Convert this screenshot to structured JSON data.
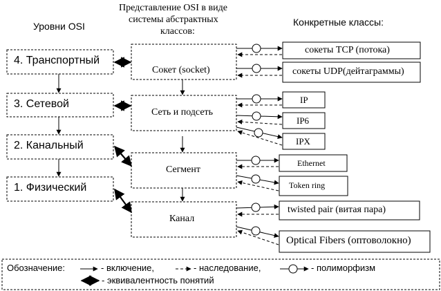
{
  "headers": {
    "osi_levels": "Уровни OSI",
    "abstract": [
      "Представление OSI в виде",
      "системы абстрактных",
      "классов:"
    ],
    "concrete": "Конкретные классы:"
  },
  "levels": [
    "4. Транспортный",
    "3. Сетевой",
    "2. Канальный",
    "1. Физический"
  ],
  "abstract_classes": [
    "Сокет (socket)",
    "Сеть и подсеть",
    "Сегмент",
    "Канал"
  ],
  "concrete_classes": [
    "сокеты TCP (потока)",
    "сокеты UDP(дейтаграммы)",
    "IP",
    "IP6",
    "IPX",
    "Ethernet",
    "Token ring",
    "twisted pair (витая пара)",
    "Optical Fibers (оптоволокно)"
  ],
  "legend": {
    "title": "Обозначение:",
    "inclusion": "- включение,",
    "inheritance": "- наследование,",
    "polymorphism": "- полиморфизм",
    "equivalence": "- эквивалентность понятий"
  }
}
